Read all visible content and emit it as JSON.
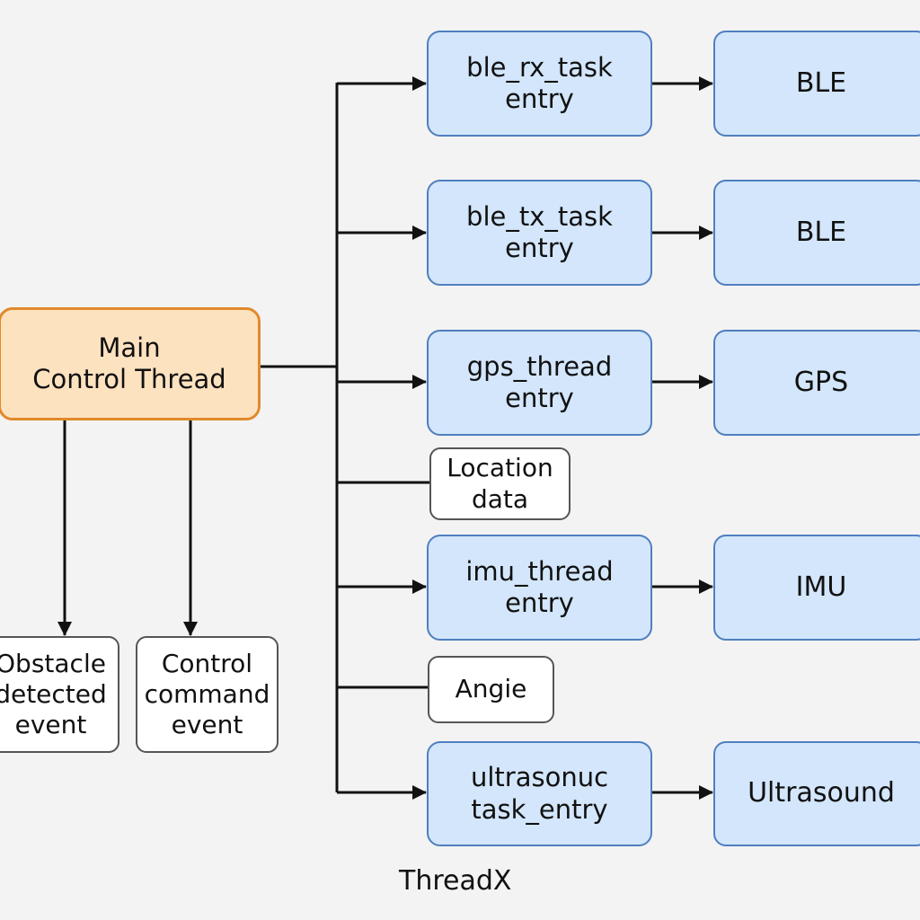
{
  "colors": {
    "main_fill": "#fde2c0",
    "main_border": "#e08a2b",
    "task_fill": "#d3e6fb",
    "task_border": "#4f7fbf",
    "data_fill": "#ffffff",
    "data_border": "#555555",
    "line": "#111111",
    "background": "#f3f3f3"
  },
  "nodes": {
    "main_control_thread": "Main\nControl Thread",
    "obstacle_event": "Obstacle\ndetected\nevent",
    "control_command_event": "Control\ncommand\nevent",
    "ble_rx_task": "ble_rx_task\nentry",
    "ble_tx_task": "ble_tx_task\nentry",
    "gps_thread": "gps_thread\nentry",
    "location_data": "Location\ndata",
    "imu_thread": "imu_thread\nentry",
    "angle_data": "Angie",
    "ultrasonic_task": "ultrasonuc\n task_entry",
    "ble_device_rx": "BLE",
    "ble_device_tx": "BLE",
    "gps_device": "GPS",
    "imu_device": "IMU",
    "ultrasound_device": "Ultrasound"
  },
  "footer": {
    "caption": "ThreadX"
  }
}
